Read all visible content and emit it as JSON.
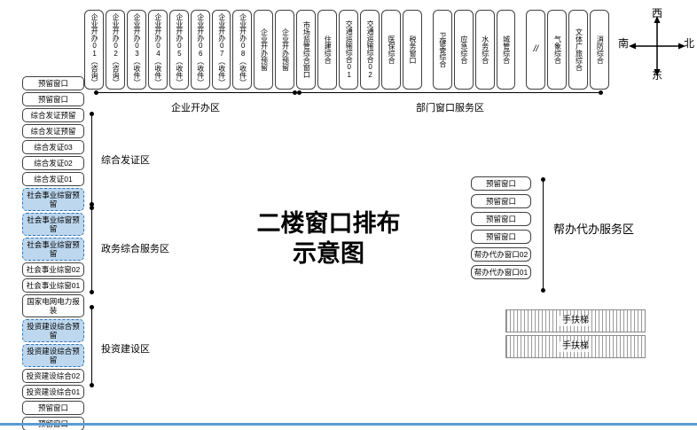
{
  "title": {
    "line1": "二楼窗口排布",
    "line2": "示意图"
  },
  "top_row": {
    "windows": [
      "企业开办01（咨询）",
      "企业开办02（咨询）",
      "企业开办03（收件）",
      "企业开办04（收件）",
      "企业开办05（收件）",
      "企业开办06（收件）",
      "企业开办07（收件）",
      "企业开办08（收件）",
      "企业开办预留",
      "企业开办预留",
      "市场监管综合窗口",
      "住建综合",
      "交通运输综合01",
      "交通运输综合02",
      "医保综合",
      "税务窗口",
      "卫健委综合",
      "应急综合",
      "水务综合",
      "城管综合",
      "//",
      "气象综合",
      "文体广旅综合",
      "消防综合"
    ],
    "zones": {
      "enterprise": "企业开办区",
      "department": "部门窗口服务区"
    }
  },
  "left_column": {
    "windows": [
      "预留窗口",
      "预留窗口",
      "综合发证预留",
      "综合发证预留",
      "综合发证03",
      "综合发证02",
      "综合发证01",
      "社会事业综窗预留",
      "社会事业综窗预留",
      "社会事业综窗预留",
      "社会事业综窗02",
      "社会事业综窗01",
      "国家电网电力报装",
      "投资建设综合预留",
      "投资建设综合预留",
      "投资建设综合02",
      "投资建设综合01",
      "预留窗口",
      "预留窗口"
    ],
    "zones": {
      "certificate": "综合发证区",
      "government": "政务综合服务区",
      "investment": "投资建设区"
    }
  },
  "right_section": {
    "windows": [
      "预留窗口",
      "预留窗口",
      "预留窗口",
      "预留窗口",
      "帮办代办窗口02",
      "帮办代办窗口01"
    ],
    "zone": "帮办代办服务区"
  },
  "escalators": [
    "手扶梯",
    "手扶梯"
  ],
  "compass": {
    "top": "西",
    "right": "北",
    "bottom": "东",
    "left": "南"
  },
  "colors": {
    "dashed_fill": "#bdd7ee",
    "dashed_border": "#2e75b6",
    "bottom_bar": "#5b9bd5",
    "line": "#000000"
  }
}
